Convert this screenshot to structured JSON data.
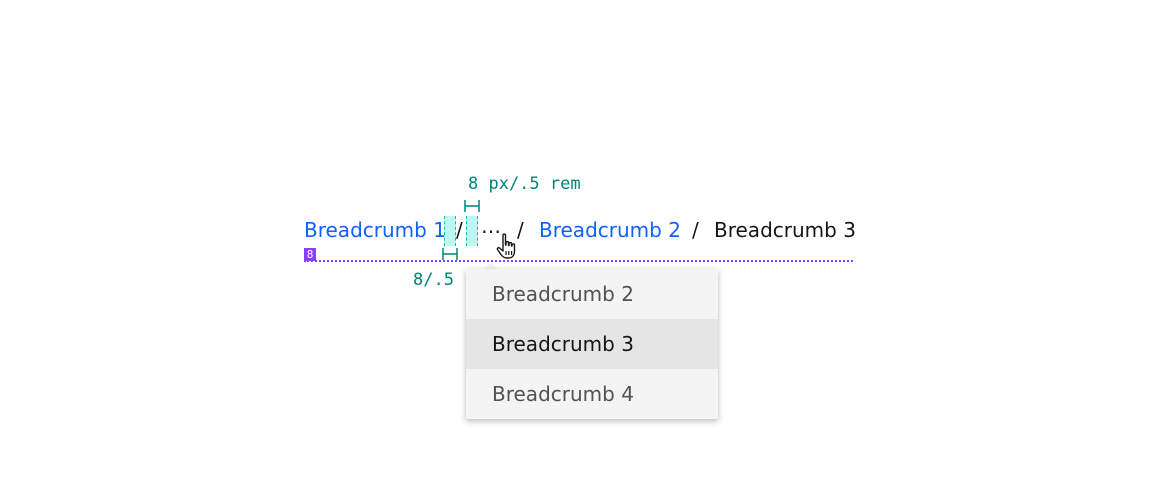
{
  "breadcrumb": {
    "item1": "Breadcrumb 1",
    "item2": "Breadcrumb 2",
    "item3": "Breadcrumb 3",
    "separator": "/",
    "overflow": "…"
  },
  "overflow_menu": {
    "items": [
      "Breadcrumb 2",
      "Breadcrumb 3",
      "Breadcrumb 4"
    ],
    "active_index": 1
  },
  "spec": {
    "spacing_top": "8 px/.5 rem",
    "spacing_bottom": "8/.5",
    "baseline_badge": "8"
  },
  "colors": {
    "link": "#0f62fe",
    "text": "#161616",
    "spec_annotation": "#00847a",
    "spacer_fill": "#89eee6",
    "baseline": "#8a3ffc",
    "menu_bg": "#f4f4f4",
    "menu_active_bg": "#e5e5e5"
  },
  "icons": {
    "cursor": "pointer-hand-icon"
  }
}
